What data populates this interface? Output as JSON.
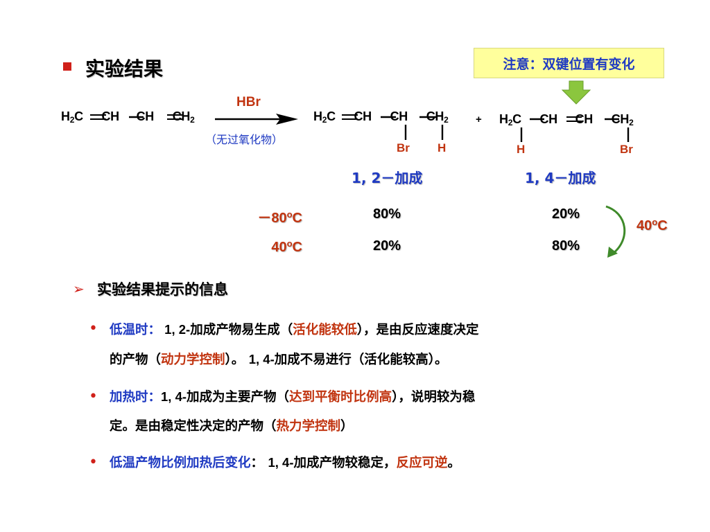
{
  "title": "实验结果",
  "note": "注意：双键位置有变化",
  "reaction": {
    "reagent": "HBr",
    "condition": "（无过氧化物）",
    "plus": "+",
    "reactant": [
      "H",
      "C",
      "CH",
      "CH",
      "CH"
    ],
    "product12": {
      "parts": [
        "H",
        "C",
        "CH",
        "CH",
        "CH"
      ],
      "sub1": "Br",
      "sub2": "H"
    },
    "product14": {
      "parts": [
        "H",
        "C",
        "CH",
        "CH",
        "CH"
      ],
      "sub1": "H",
      "sub2": "Br"
    },
    "subscript": "2",
    "label12": "1, 2－加成",
    "label14": "1, 4－加成"
  },
  "table": {
    "rows": [
      {
        "temp_prefix": "－80",
        "temp_sup": "o",
        "temp_unit": "C",
        "a": "80%",
        "b": "20%"
      },
      {
        "temp_prefix": "40",
        "temp_sup": "o",
        "temp_unit": "C",
        "a": "20%",
        "b": "80%"
      }
    ],
    "arrow_label_prefix": "40",
    "arrow_label_sup": "o",
    "arrow_label_unit": "C"
  },
  "section_title": "实验结果提示的信息",
  "points": [
    {
      "p1_label": "低温时：",
      "p1_num": " 1, 2-",
      "p1_t1": "加成产物易生成（",
      "p1_red1": "活化能较低",
      "p1_t2": "），是由反应速度决定",
      "p1_t3": "的产物（",
      "p1_red2": "动力学控制",
      "p1_t4": "）。 ",
      "p1_num2": "1, 4-",
      "p1_t5": "加成不易进行（活化能较高）。"
    },
    {
      "p2_label": "加热时：",
      "p2_num": "1, 4-",
      "p2_t1": "加成为主要产物（",
      "p2_red1": "达到平衡时比例高",
      "p2_t2": "），说明较为稳",
      "p2_t3": "定。是由稳定性决定的产物（",
      "p2_red2": "热力学控制",
      "p2_t4": "）"
    },
    {
      "p3_label": "低温产物比例加热后变化",
      "p3_t0": "： ",
      "p3_num": "1, 4-",
      "p3_t1": "加成产物较稳定，",
      "p3_red1": "反应可逆",
      "p3_t2": "。"
    }
  ],
  "colors": {
    "blue": "#1f3ac2",
    "red": "#c13410",
    "note_bg": "#ffff9c",
    "arrow_green": "#8bc63e",
    "curve_green": "#3f8a2a"
  }
}
